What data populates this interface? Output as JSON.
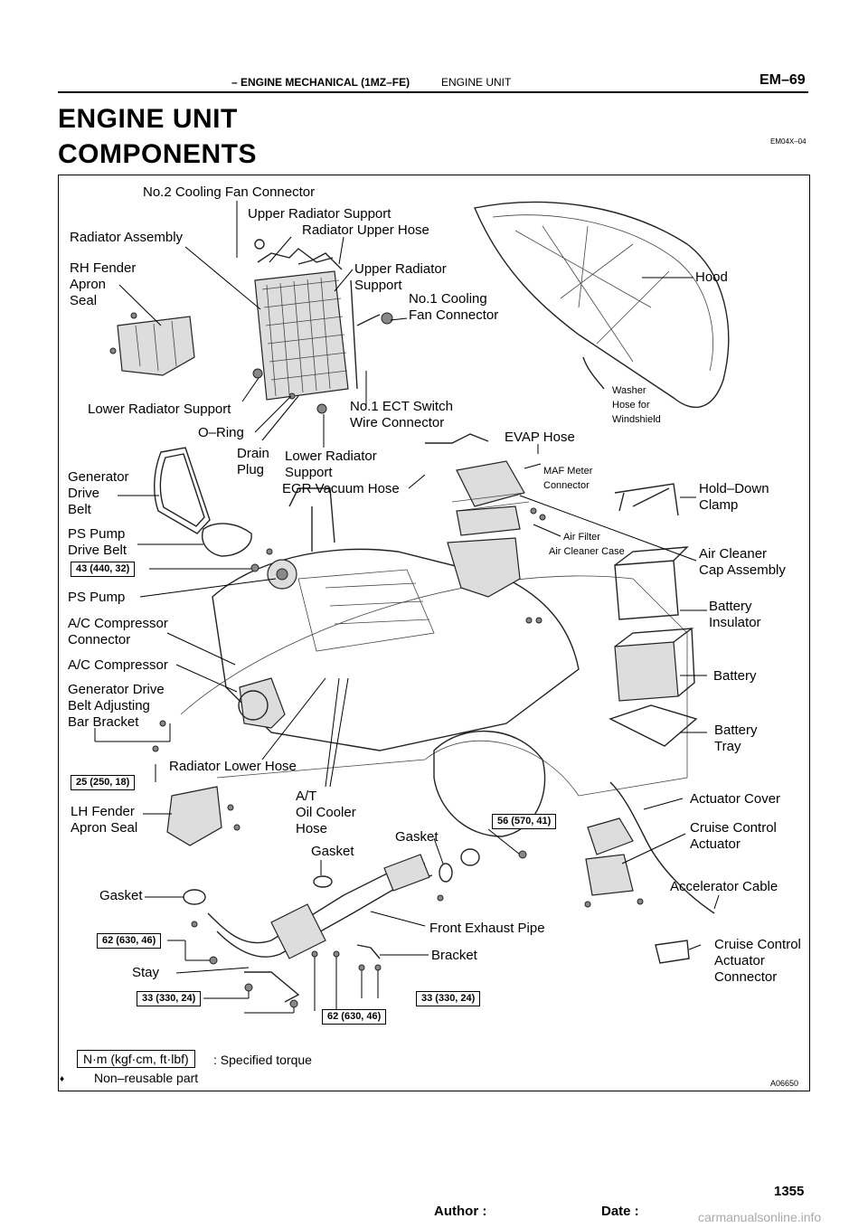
{
  "header": {
    "section": "– ENGINE MECHANICAL (1MZ–FE)",
    "subsection": "ENGINE UNIT",
    "page_code": "EM–69"
  },
  "titles": {
    "main": "ENGINE UNIT",
    "sub": "COMPONENTS",
    "doc_code": "EM04X–04"
  },
  "diagram": {
    "figure_code": "A06650",
    "labels": {
      "no2_fan_conn": "No.2 Cooling Fan Connector",
      "upper_rad_support_a": "Upper Radiator Support",
      "rad_upper_hose": "Radiator Upper Hose",
      "rad_assy": "Radiator Assembly",
      "rh_fender": "RH Fender\nApron\nSeal",
      "upper_rad_support_b": "Upper Radiator\nSupport",
      "no1_fan_conn": "No.1 Cooling\nFan Connector",
      "hood": "Hood",
      "washer_hose": "Washer\nHose for\nWindshield",
      "lower_rad_support_a": "Lower Radiator Support",
      "no1_ect": "No.1 ECT Switch\nWire Connector",
      "oring": "O–Ring",
      "evap": "EVAP Hose",
      "drain": "Drain\nPlug",
      "lower_rad_support_b": "Lower Radiator\nSupport",
      "maf": "MAF Meter\nConnector",
      "gen_belt": "Generator\nDrive\nBelt",
      "egr": "EGR Vacuum Hose",
      "holddown": "Hold–Down\nClamp",
      "ps_belt": "PS Pump\nDrive Belt",
      "air_filter": "Air Filter",
      "air_case": "Air Cleaner Case",
      "air_cap": "Air Cleaner\nCap Assembly",
      "ps_pump": "PS Pump",
      "batt_ins": "Battery\nInsulator",
      "ac_conn": "A/C Compressor\nConnector",
      "ac_comp": "A/C Compressor",
      "battery": "Battery",
      "gen_bracket": "Generator Drive\nBelt Adjusting\nBar Bracket",
      "batt_tray": "Battery\nTray",
      "rad_lower_hose": "Radiator Lower Hose",
      "act_cover": "Actuator Cover",
      "lh_fender": "LH Fender\nApron Seal",
      "at_oil": "A/T\nOil Cooler\nHose",
      "cruise_act": "Cruise Control\nActuator",
      "gasket_a": "Gasket",
      "gasket_b": "Gasket",
      "accel_cable": "Accelerator Cable",
      "gasket_c": "Gasket",
      "front_exhaust": "Front Exhaust Pipe",
      "cruise_conn": "Cruise Control\nActuator\nConnector",
      "bracket": "Bracket",
      "stay": "Stay"
    },
    "torques": {
      "t1": "43 (440, 32)",
      "t2": "25 (250, 18)",
      "t3": "56 (570, 41)",
      "t4": "62 (630, 46)",
      "t5": "33 (330, 24)",
      "t6": "33 (330, 24)",
      "t7": "62 (630, 46)"
    },
    "legend": {
      "box": "N·m (kgf·cm, ft·lbf)",
      "box_text": ": Specified torque",
      "nonreuse_symbol": "♦",
      "nonreuse_text": "Non–reusable part"
    }
  },
  "footer": {
    "page_number": "1355",
    "author_label": "Author :",
    "date_label": "Date :",
    "watermark": "carmanualsonline.info"
  }
}
